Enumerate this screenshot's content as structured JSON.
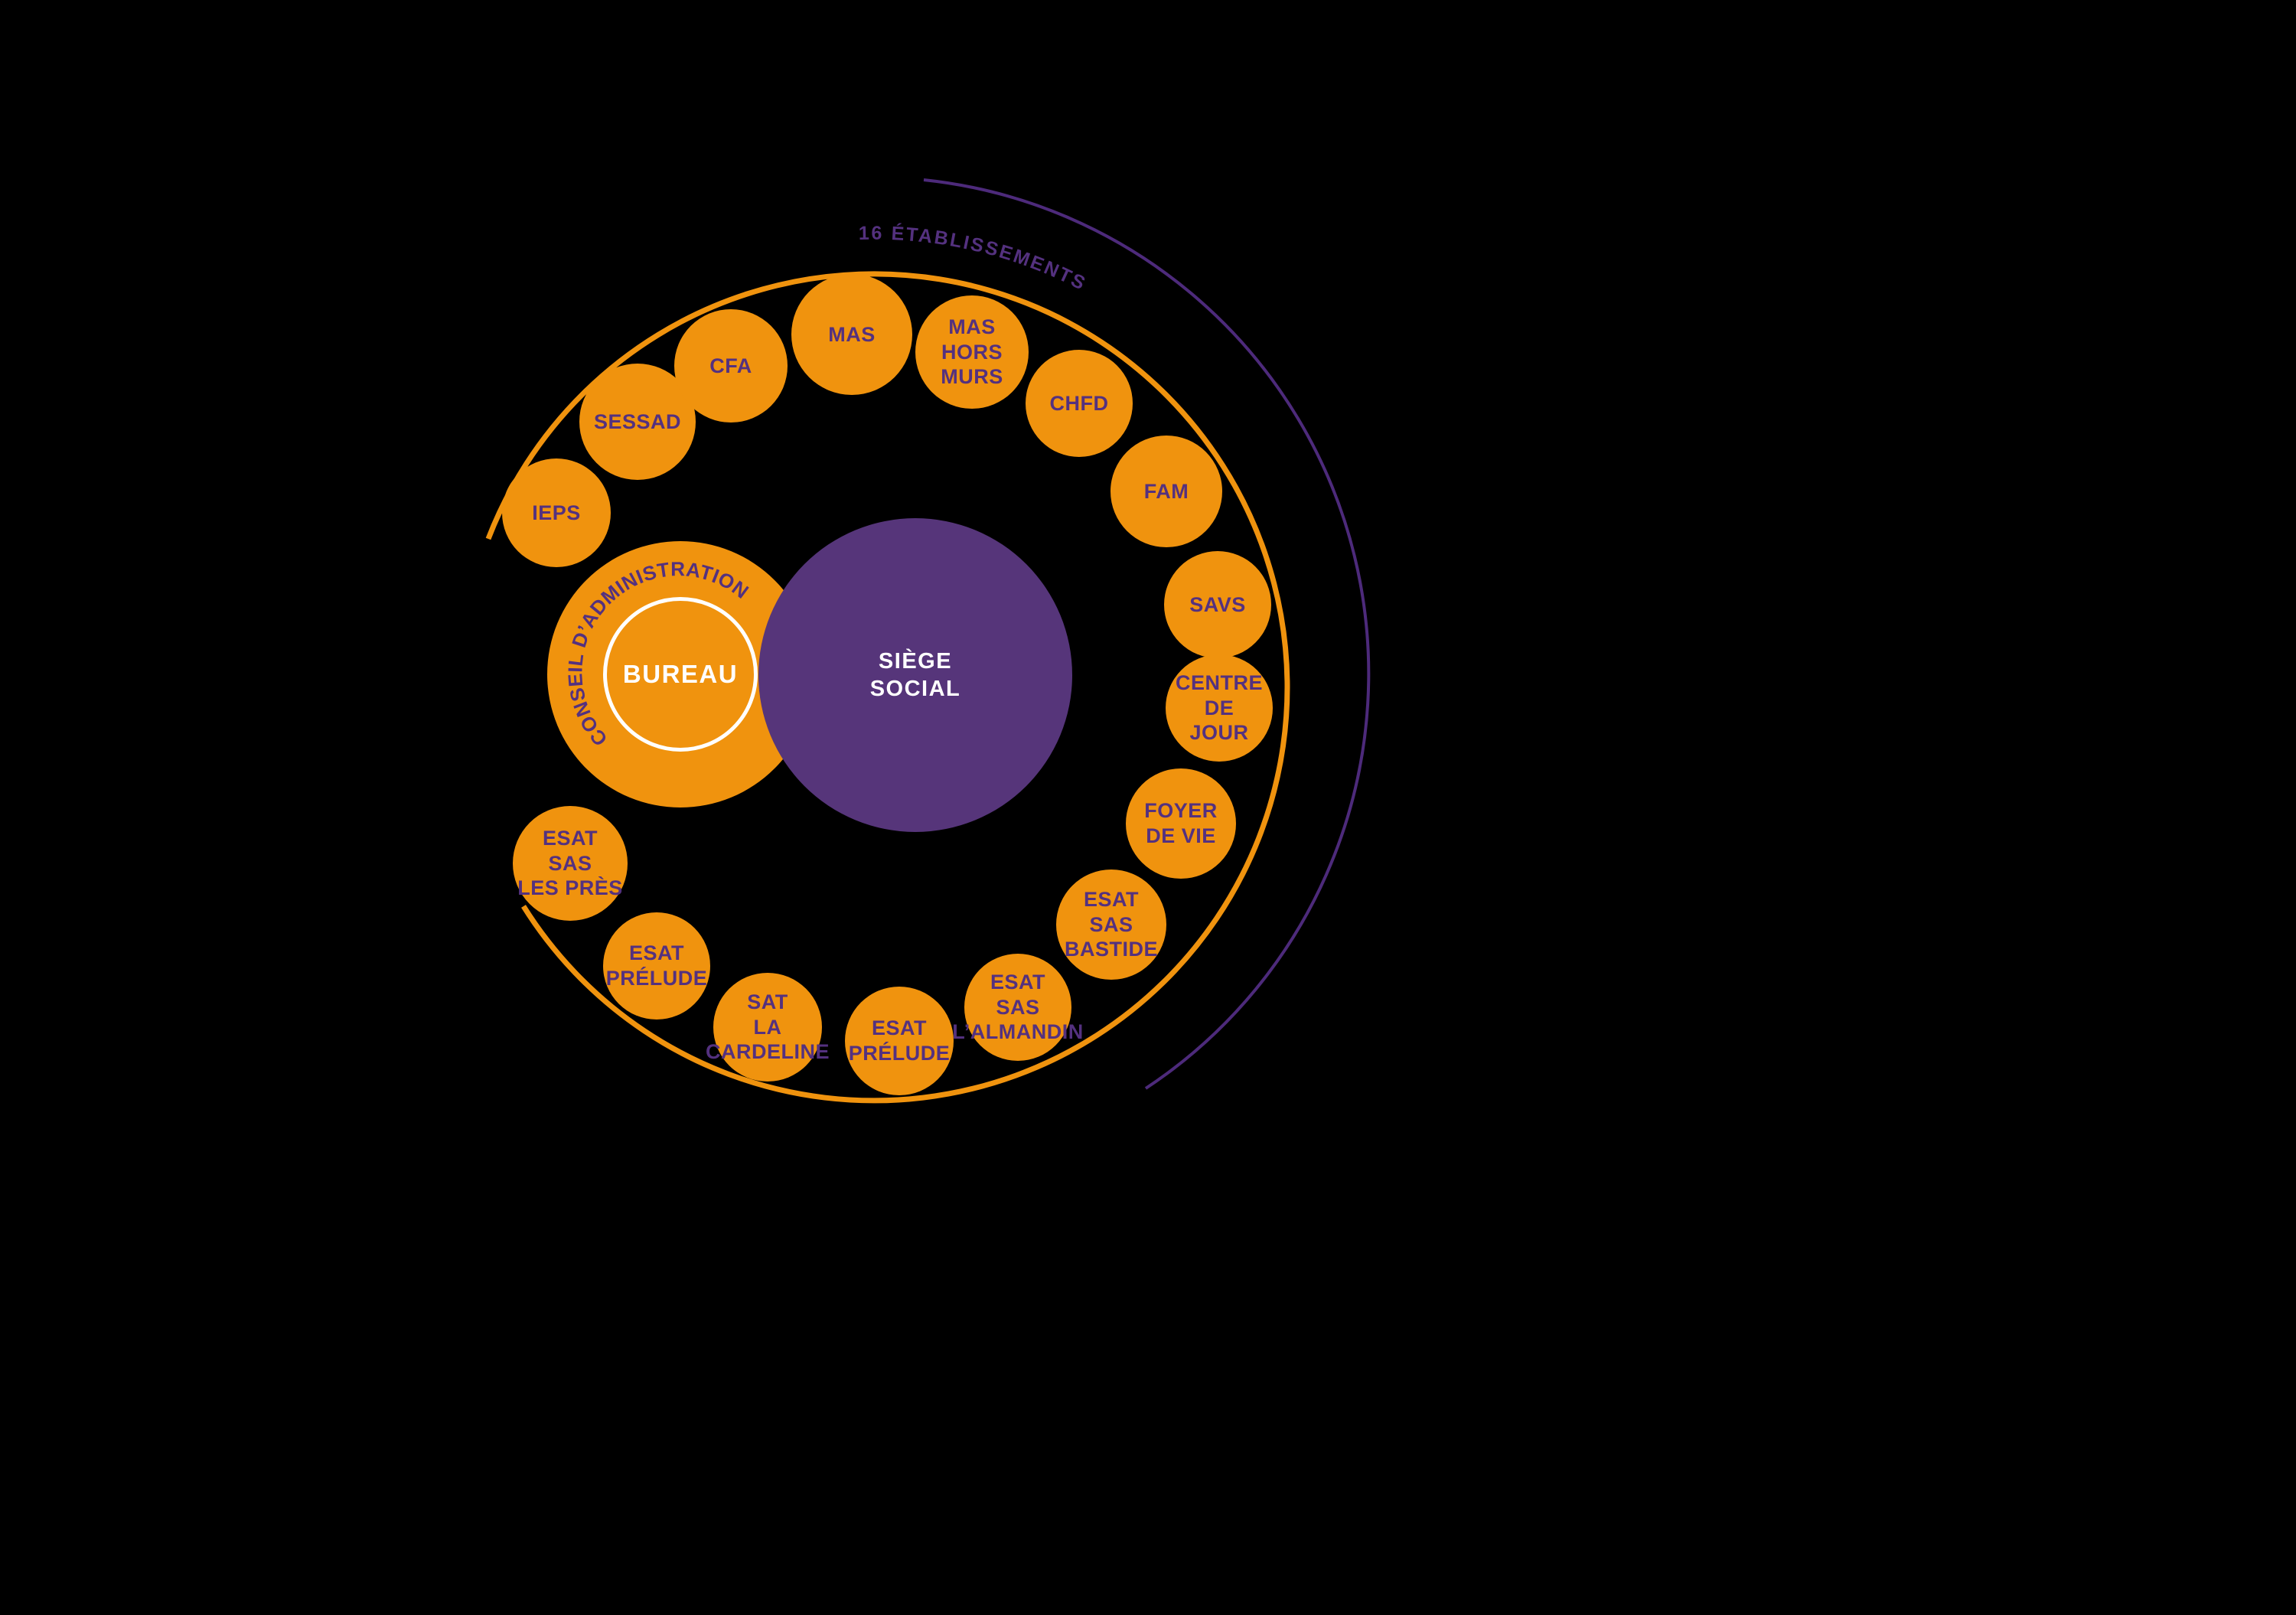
{
  "ring_label": "16 ÉTABLISSEMENTS",
  "center": {
    "council_label": "CONSEIL D’ADMINISTRATION",
    "bureau_label": "BUREAU",
    "siege_label": "SIÈGE\nSOCIAL"
  },
  "establishments": [
    {
      "label": "IEPS"
    },
    {
      "label": "SESSAD"
    },
    {
      "label": "CFA"
    },
    {
      "label": "MAS"
    },
    {
      "label": "MAS\nHORS\nMURS"
    },
    {
      "label": "CHFD"
    },
    {
      "label": "FAM"
    },
    {
      "label": "SAVS"
    },
    {
      "label": "CENTRE\nDE\nJOUR"
    },
    {
      "label": "FOYER\nDE VIE"
    },
    {
      "label": "ESAT\nSAS\nBASTIDE"
    },
    {
      "label": "ESAT\nSAS\nL’ALMANDIN"
    },
    {
      "label": "ESAT\nPRÉLUDE"
    },
    {
      "label": "SAT\nLA\nCARDELINE"
    },
    {
      "label": "ESAT\nPRÉLUDE"
    },
    {
      "label": "ESAT\nSAS\nLES PRÈS"
    }
  ],
  "colors": {
    "background": "#000000",
    "node_orange": "#F0930E",
    "siege_purple": "#56357A",
    "arc_purple": "#4D2A7B",
    "text_purple": "#54317F",
    "white": "#FFFFFF"
  }
}
